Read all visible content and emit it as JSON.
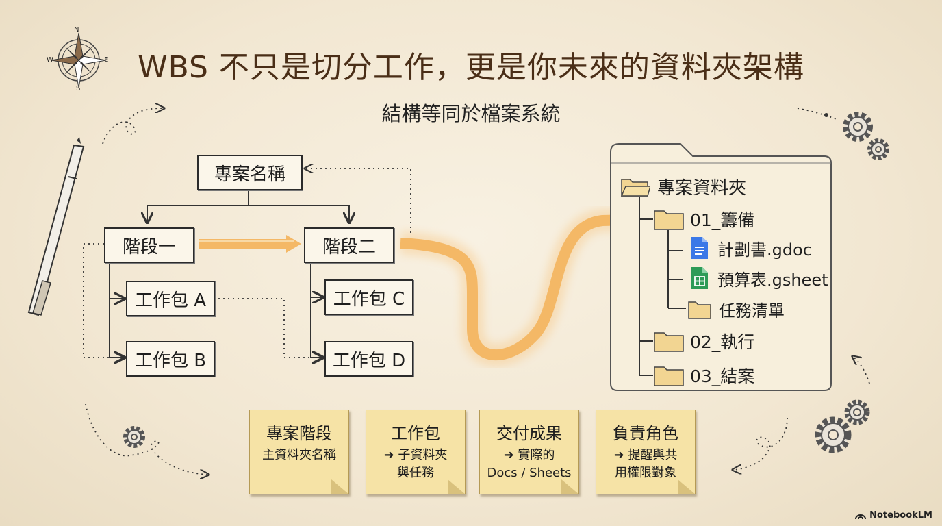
{
  "title": "WBS 不只是切分工作，更是你未來的資料夾架構",
  "subtitle": "結構等同於檔案系統",
  "compass": {
    "n": "N",
    "s": "S",
    "e": "E",
    "w": "W"
  },
  "wbs": {
    "root": "專案名稱",
    "phase1": "階段一",
    "phase2": "階段二",
    "pkg_a": "工作包 A",
    "pkg_b": "工作包 B",
    "pkg_c": "工作包 C",
    "pkg_d": "工作包 D"
  },
  "folders": {
    "root": "專案資料夾",
    "f01": "01_籌備",
    "doc": "計劃書.gdoc",
    "sheet": "預算表.gsheet",
    "tasks": "任務清單",
    "f02": "02_執行",
    "f03": "03_結案"
  },
  "notes": [
    {
      "title": "專案階段",
      "body1": "主資料夾名稱",
      "body2": ""
    },
    {
      "title": "工作包",
      "body1": "➜ 子資料夾",
      "body2": "與任務"
    },
    {
      "title": "交付成果",
      "body1": "➜ 實際的",
      "body2": "Docs / Sheets"
    },
    {
      "title": "負責角色",
      "body1": "➜ 提醒與共",
      "body2": "用權限對象"
    }
  ],
  "brand": "NotebookLM",
  "colors": {
    "title": "#4a2e17",
    "note": "#f6e3a6",
    "folder": "#f2d592",
    "arrow": "#f0b35a",
    "doc": "#3b78e7",
    "sheet": "#2e9b57"
  }
}
